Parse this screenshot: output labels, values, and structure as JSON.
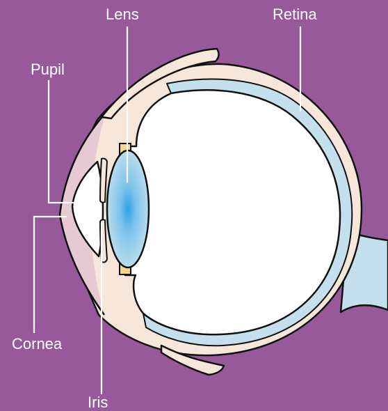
{
  "labels": {
    "lens": "Lens",
    "retina": "Retina",
    "pupil": "Pupil",
    "cornea": "Cornea",
    "iris": "Iris"
  },
  "colors": {
    "background": "#97599a",
    "sclera": "#f7e6da",
    "cornea": "#e6cad3",
    "retina": "#c4e0ed",
    "lens_center": "#2ea3e8",
    "lens_edge": "#b6dcee",
    "ciliary": "#f5d68b",
    "outline": "#111111",
    "leader_lines": "#ffffff"
  }
}
